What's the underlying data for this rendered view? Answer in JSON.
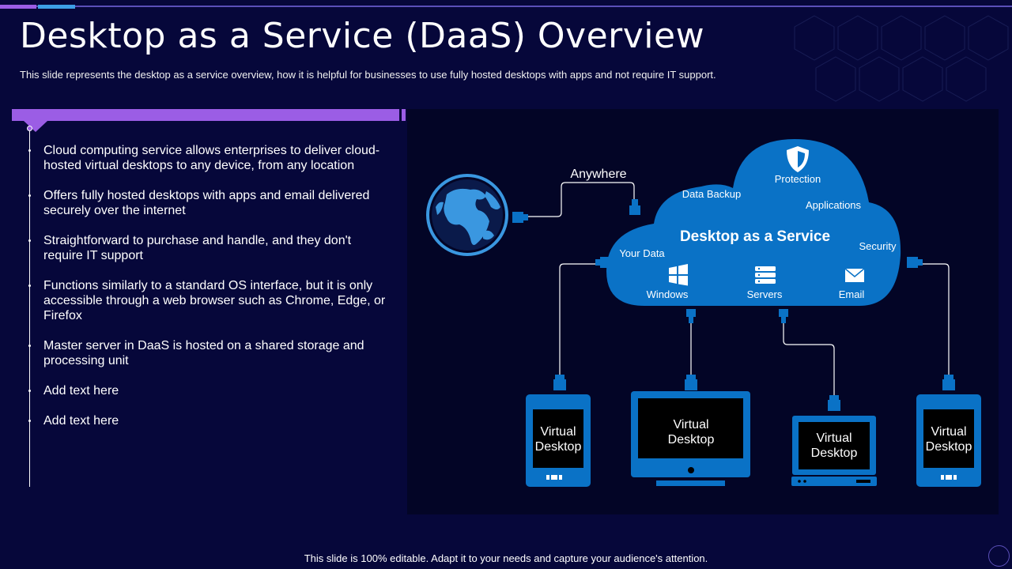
{
  "slide": {
    "title": "Desktop as a Service (DaaS) Overview",
    "subtitle": "This slide represents the desktop as a service overview,  how it is helpful for businesses to use fully hosted desktops with apps and not require IT support.",
    "footer": "This slide is 100% editable. Adapt it to your needs and capture your audience's attention."
  },
  "bullets": [
    "Cloud computing service allows enterprises to deliver cloud-hosted virtual desktops to any device, from any location",
    "Offers fully hosted desktops with apps and email delivered securely over the internet",
    "Straightforward to purchase and handle, and they don't require IT support",
    "Functions similarly to a standard OS interface, but it is only accessible through a web browser such as Chrome, Edge, or Firefox",
    "Master server in DaaS is hosted on a shared storage and processing unit",
    "Add text here",
    "Add text here"
  ],
  "diagram": {
    "anywhere_label": "Anywhere",
    "cloud": {
      "title": "Desktop as a Service",
      "protection": "Protection",
      "data_backup": "Data Backup",
      "applications": "Applications",
      "your_data": "Your Data",
      "security": "Security",
      "windows": "Windows",
      "servers": "Servers",
      "email": "Email"
    },
    "devices": [
      {
        "line1": "Virtual",
        "line2": "Desktop"
      },
      {
        "line1": "Virtual",
        "line2": "Desktop"
      },
      {
        "line1": "Virtual",
        "line2": "Desktop"
      },
      {
        "line1": "Virtual",
        "line2": "Desktop"
      }
    ]
  },
  "colors": {
    "background": "#06073a",
    "panel": "#030526",
    "accent_purple": "#9b5de5",
    "accent_blue": "#0a72c6",
    "globe_blue": "#3a97e0"
  },
  "icons": [
    "globe-icon",
    "shield-icon",
    "windows-icon",
    "servers-icon",
    "email-icon",
    "usb-plug-icon",
    "tablet-icon",
    "monitor-icon",
    "laptop-icon",
    "phone-icon"
  ]
}
